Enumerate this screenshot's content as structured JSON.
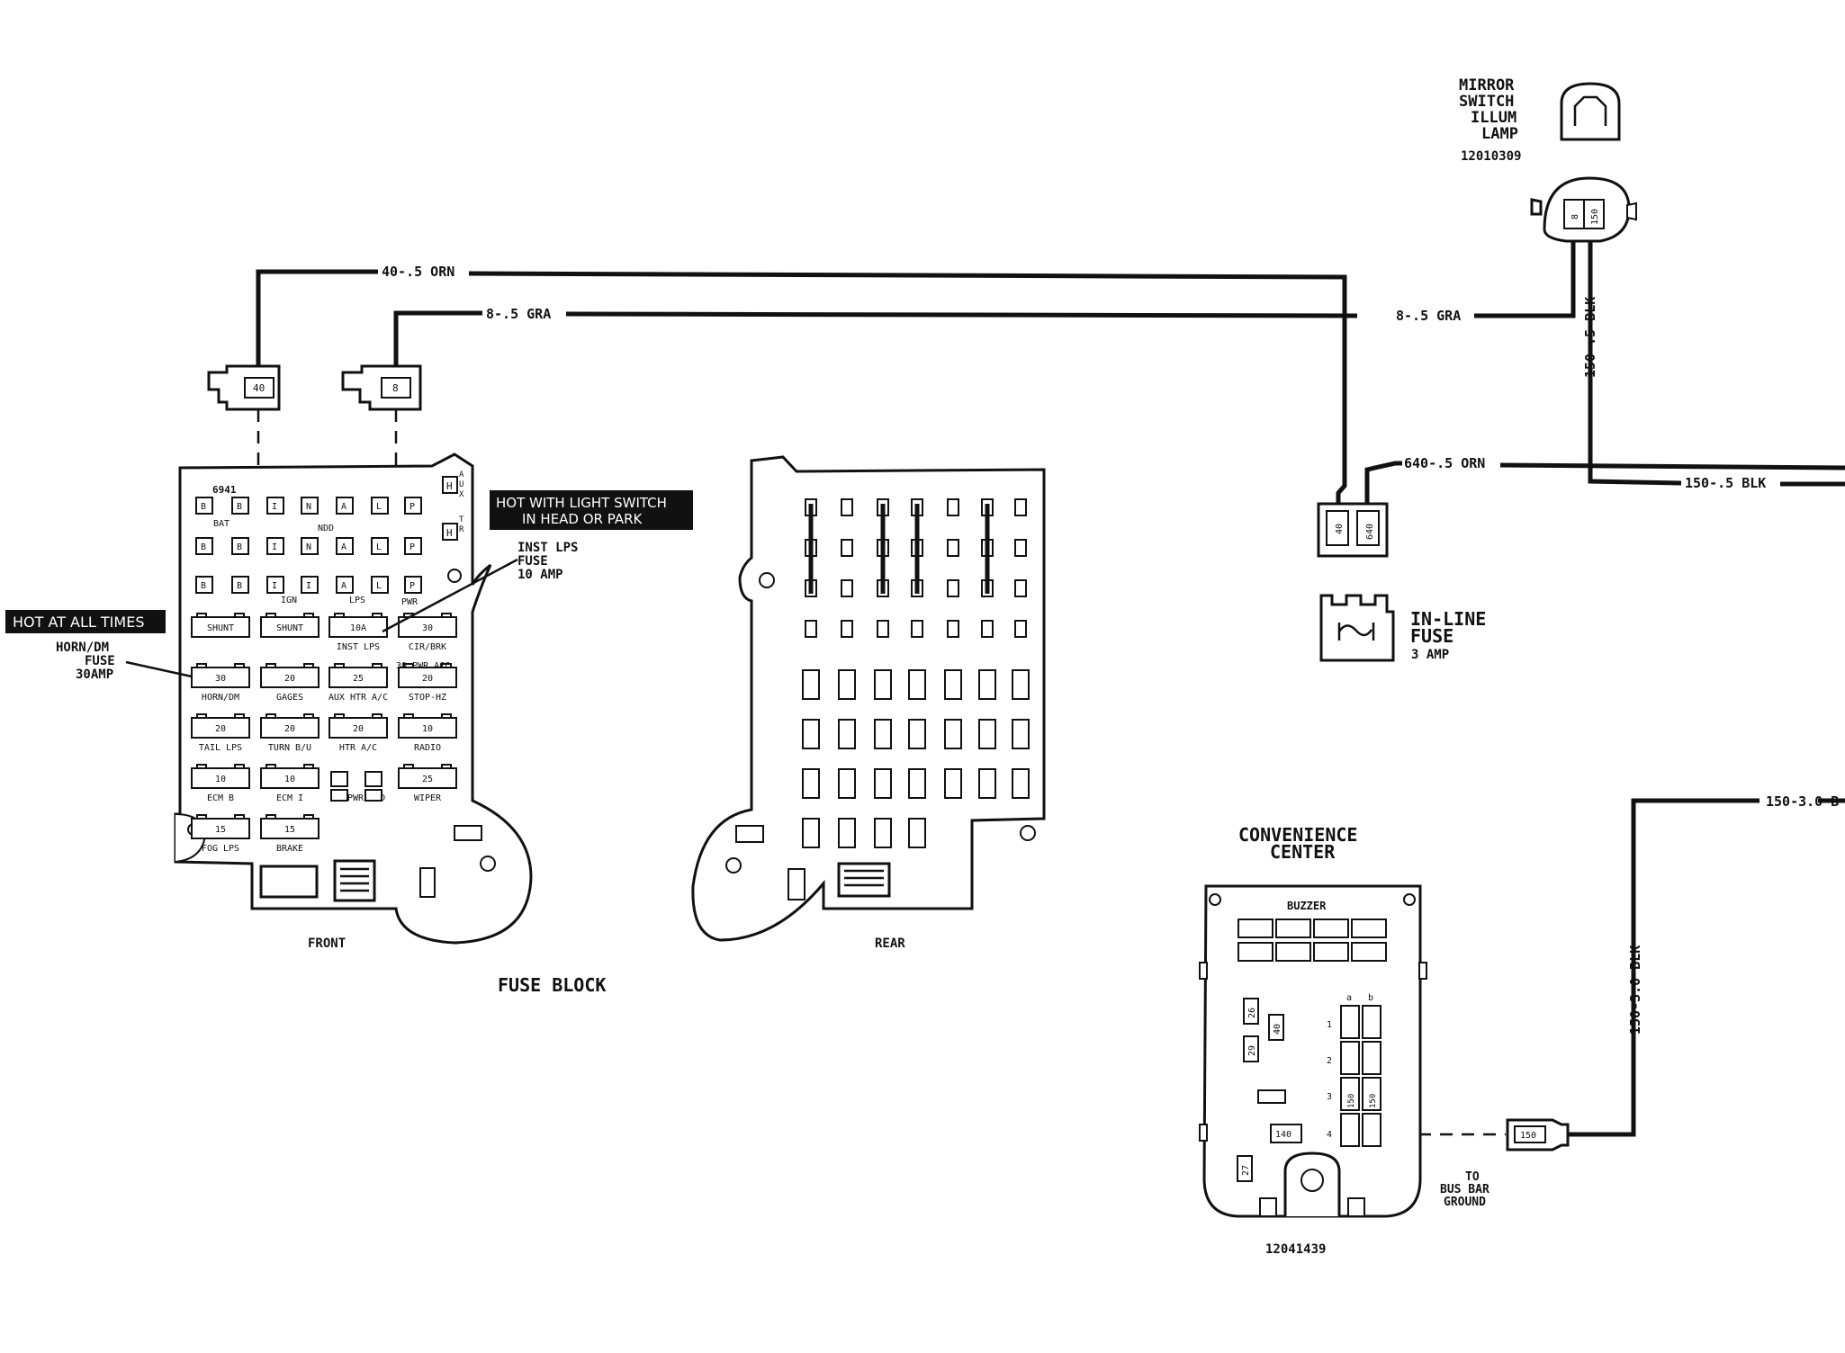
{
  "wires": {
    "w1_top": "40-.5 ORN",
    "w2_top": "8-.5 GRA",
    "w2_right": "8-.5 GRA",
    "w3": "640-.5 ORN",
    "w4": "150-.5 BLK",
    "w4_vert": "150-.5 BLK",
    "w5": "150-3.0 B",
    "w5_vert": "150-3.0 BLK"
  },
  "connectors": {
    "c40": "40",
    "c8": "8",
    "mirror_8": "8",
    "mirror_150": "150",
    "inline_40": "40",
    "inline_640": "640",
    "ground_150": "150"
  },
  "mirror": {
    "title_lines": [
      "MIRROR",
      "SWITCH",
      "ILLUM",
      "LAMP"
    ],
    "part": "12010309"
  },
  "inline_fuse": {
    "title_lines": [
      "IN-LINE",
      "FUSE"
    ],
    "rating": "3 AMP"
  },
  "fuse_block": {
    "title": "FUSE BLOCK",
    "front_label": "FRONT",
    "rear_label": "REAR",
    "code": "6941",
    "hot_all": "HOT AT ALL TIMES",
    "hot_light_lines": [
      "HOT WITH LIGHT SWITCH",
      "IN HEAD OR PARK"
    ],
    "horn_note": [
      "HORN/DM",
      "FUSE",
      "30AMP"
    ],
    "inst_note": [
      "INST LPS",
      "FUSE",
      "10 AMP"
    ],
    "side_letters": [
      "H",
      "A",
      "U",
      "X",
      "H",
      "T",
      "R"
    ],
    "row_labels": {
      "bat": "BAT",
      "ndd": "NDD",
      "ign": "IGN",
      "lps": "LPS",
      "pwr": "PWR"
    },
    "term_rows": [
      [
        "B",
        "B",
        "I",
        "N",
        "A",
        "L",
        "P"
      ],
      [
        "B",
        "B",
        "I",
        "N",
        "A",
        "L",
        "P"
      ],
      [
        "B",
        "B",
        "I",
        "I",
        "A",
        "L",
        "P"
      ]
    ],
    "fuses": [
      {
        "value": "SHUNT",
        "label": ""
      },
      {
        "value": "SHUNT",
        "label": ""
      },
      {
        "value": "10A",
        "label": "INST LPS"
      },
      {
        "value": "30",
        "label": "CIR/BRK"
      },
      {
        "value": "30",
        "label": "HORN/DM"
      },
      {
        "value": "20",
        "label": "GAGES"
      },
      {
        "value": "25",
        "label": "AUX HTR A/C"
      },
      {
        "value": "20",
        "label": "STOP-HZ"
      },
      {
        "value": "20",
        "label": "TAIL LPS"
      },
      {
        "value": "20",
        "label": "TURN B/U"
      },
      {
        "value": "20",
        "label": "HTR A/C"
      },
      {
        "value": "10",
        "label": "RADIO"
      },
      {
        "value": "10",
        "label": "ECM B"
      },
      {
        "value": "10",
        "label": "ECM I"
      },
      {
        "value": "",
        "label": "30 PWR NDD"
      },
      {
        "value": "25",
        "label": "WIPER"
      },
      {
        "value": "15",
        "label": "FOG LPS"
      },
      {
        "value": "15",
        "label": "BRAKE"
      }
    ],
    "pwr_acc": "30 PWR ACC"
  },
  "convenience": {
    "title_lines": [
      "CONVENIENCE",
      "CENTER"
    ],
    "buzzer": "BUZZER",
    "part": "12041439",
    "cells": [
      "26",
      "40",
      "29",
      "27",
      "140"
    ],
    "col_heads": [
      "a",
      "b"
    ],
    "row_nums": [
      "1",
      "2",
      "3",
      "4"
    ],
    "slot_3a": "150",
    "slot_3b": "150",
    "to_ground_lines": [
      "TO",
      "BUS BAR",
      "GROUND"
    ]
  }
}
